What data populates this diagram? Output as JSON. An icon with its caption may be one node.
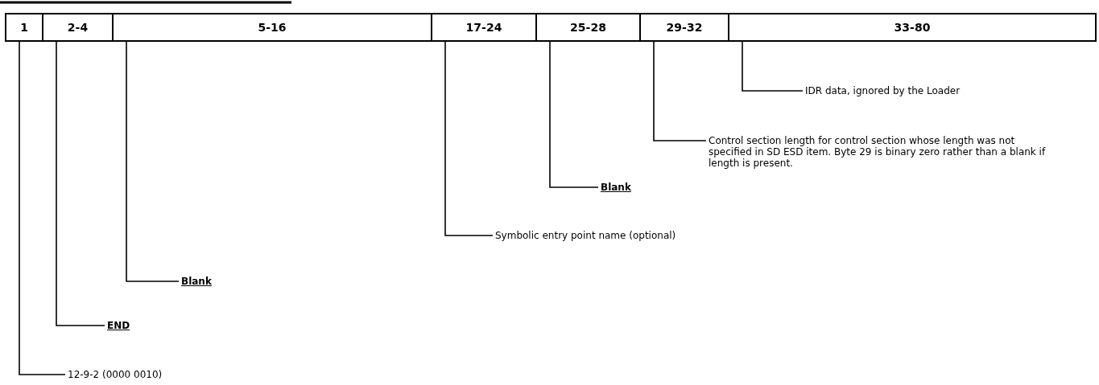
{
  "diagram": {
    "nodes": [
      {
        "text": [
          "1"
        ]
      },
      {
        "text": [
          "2-4"
        ]
      },
      {
        "text": [
          "5-16"
        ]
      },
      {
        "text": [
          "17-24"
        ]
      },
      {
        "text": [
          "25-28"
        ]
      },
      {
        "text": [
          "29-32"
        ]
      },
      {
        "text": [
          "33-80"
        ]
      },
      {
        "text": [
          "12-9-2 (0000 0010)"
        ]
      },
      {
        "text": [
          "END"
        ]
      },
      {
        "text": [
          "Blank"
        ]
      },
      {
        "text": [
          "Symbolic entry point name (optional)"
        ]
      },
      {
        "text": [
          "Blank"
        ]
      },
      {
        "text": [
          "Control section length for control section whose length was not specified in SD ESD item. Byte 29 is binary zero rather than a blank if length is present."
        ]
      },
      {
        "text": [
          "IDR data, ignored by the Loader"
        ]
      }
    ],
    "edges": [
      {
        "from": 0,
        "to": 7,
        "arrow": "none"
      },
      {
        "from": 1,
        "to": 8,
        "arrow": "none"
      },
      {
        "from": 2,
        "to": 9,
        "arrow": "none"
      },
      {
        "from": 3,
        "to": 10,
        "arrow": "none"
      },
      {
        "from": 4,
        "to": 11,
        "arrow": "none"
      },
      {
        "from": 5,
        "to": 12,
        "arrow": "none"
      },
      {
        "from": 6,
        "to": 13,
        "arrow": "none"
      }
    ]
  }
}
